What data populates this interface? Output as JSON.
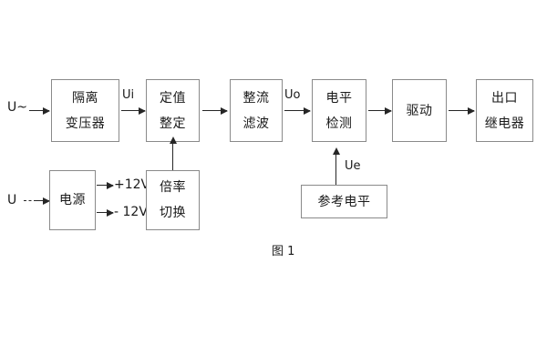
{
  "figure": {
    "caption": "图 1",
    "background_color": "#ffffff",
    "box_border_color": "#8a8a8a",
    "connector_color": "#262626",
    "text_color": "#1a1a1a"
  },
  "blocks": [
    {
      "id": "isolation-transformer",
      "lines": [
        "隔离",
        "变压器"
      ]
    },
    {
      "id": "setting-value",
      "lines": [
        "定值",
        "整定"
      ]
    },
    {
      "id": "rectifier-filter",
      "lines": [
        "整流",
        "滤波"
      ]
    },
    {
      "id": "level-detection",
      "lines": [
        "电平",
        "检测"
      ]
    },
    {
      "id": "drive",
      "lines": [
        "驱动"
      ]
    },
    {
      "id": "output-relay",
      "lines": [
        "出口",
        "继电器"
      ]
    },
    {
      "id": "power-supply",
      "lines": [
        "电源"
      ]
    },
    {
      "id": "multiplier-switch",
      "lines": [
        "倍率",
        "切换"
      ]
    },
    {
      "id": "reference-level",
      "lines": [
        "参考电平"
      ]
    }
  ],
  "signal_labels": {
    "ac_input": "U~",
    "dc_input": "U",
    "ui": "Ui",
    "uo": "Uo",
    "ue": "Ue",
    "pos_rail": "+12V",
    "neg_rail": "- 12V"
  }
}
